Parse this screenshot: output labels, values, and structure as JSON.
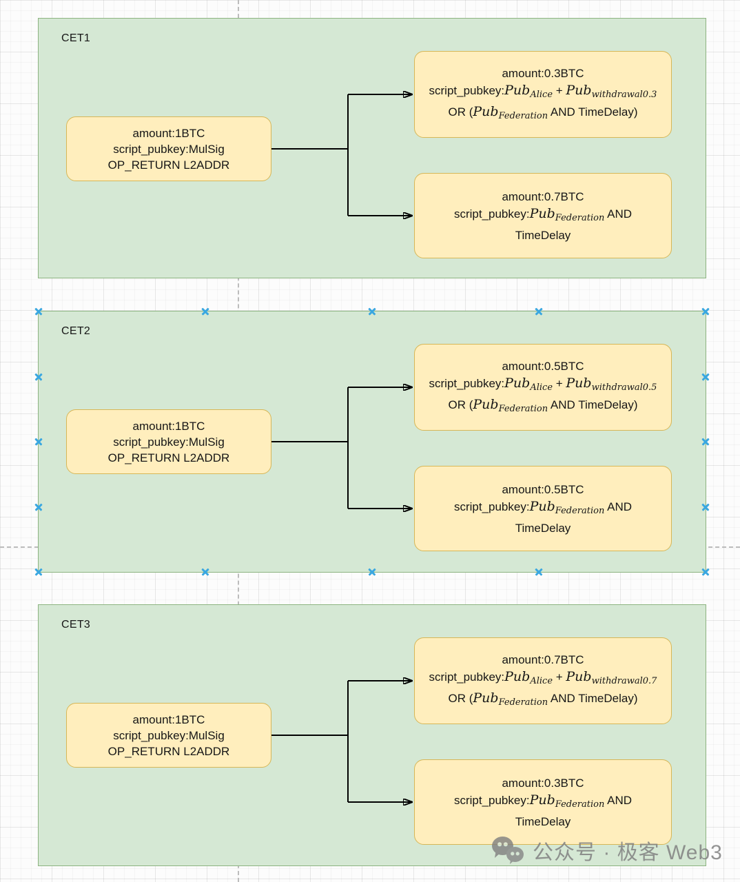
{
  "colors": {
    "container_fill": "#d5e8d4",
    "container_border": "#8cb380",
    "node_fill": "#ffeebd",
    "node_border": "#d6b656",
    "arrow": "#000000",
    "selection_handle": "#3aa7e0",
    "guide_dash": "#bcbcbc",
    "watermark_gray": "#808080"
  },
  "selection": {
    "selected_container": "CET2"
  },
  "diagram": {
    "containers": [
      {
        "label": "CET1",
        "input": {
          "line1": "amount:1BTC",
          "line2": "script_pubkey:MulSig",
          "line3": "OP_RETURN L2ADDR"
        },
        "out_top": {
          "line1": "amount:0.3BTC",
          "line2": {
            "prefix": "script_pubkey:",
            "pub1": "Pub",
            "sub1": "Alice",
            "mid": " + ",
            "pub2": "Pub",
            "sub2": "withdrawal0.3"
          },
          "line3": {
            "prefix": "OR (",
            "pub": "Pub",
            "sub": "Federation",
            "suffix": " AND TimeDelay)"
          }
        },
        "out_bottom": {
          "line1": "amount:0.7BTC",
          "line2": {
            "prefix": "script_pubkey:",
            "pub": "Pub",
            "sub": "Federation",
            "suffix": " AND"
          },
          "line3": "TimeDelay"
        }
      },
      {
        "label": "CET2",
        "input": {
          "line1": "amount:1BTC",
          "line2": "script_pubkey:MulSig",
          "line3": "OP_RETURN L2ADDR"
        },
        "out_top": {
          "line1": "amount:0.5BTC",
          "line2": {
            "prefix": "script_pubkey:",
            "pub1": "Pub",
            "sub1": "Alice",
            "mid": " + ",
            "pub2": "Pub",
            "sub2": "withdrawal0.5"
          },
          "line3": {
            "prefix": "OR (",
            "pub": "Pub",
            "sub": "Federation",
            "suffix": " AND TimeDelay)"
          }
        },
        "out_bottom": {
          "line1": "amount:0.5BTC",
          "line2": {
            "prefix": "script_pubkey:",
            "pub": "Pub",
            "sub": "Federation",
            "suffix": " AND"
          },
          "line3": "TimeDelay"
        }
      },
      {
        "label": "CET3",
        "input": {
          "line1": "amount:1BTC",
          "line2": "script_pubkey:MulSig",
          "line3": "OP_RETURN L2ADDR"
        },
        "out_top": {
          "line1": "amount:0.7BTC",
          "line2": {
            "prefix": "script_pubkey:",
            "pub1": "Pub",
            "sub1": "Alice",
            "mid": " + ",
            "pub2": "Pub",
            "sub2": "withdrawal0.7"
          },
          "line3": {
            "prefix": "OR (",
            "pub": "Pub",
            "sub": "Federation",
            "suffix": " AND TimeDelay)"
          }
        },
        "out_bottom": {
          "line1": "amount:0.3BTC",
          "line2": {
            "prefix": "script_pubkey:",
            "pub": "Pub",
            "sub": "Federation",
            "suffix": " AND"
          },
          "line3": "TimeDelay"
        }
      }
    ]
  },
  "watermark": {
    "icon": "wechat-icon",
    "text": "公众号 · 极客 Web3"
  }
}
